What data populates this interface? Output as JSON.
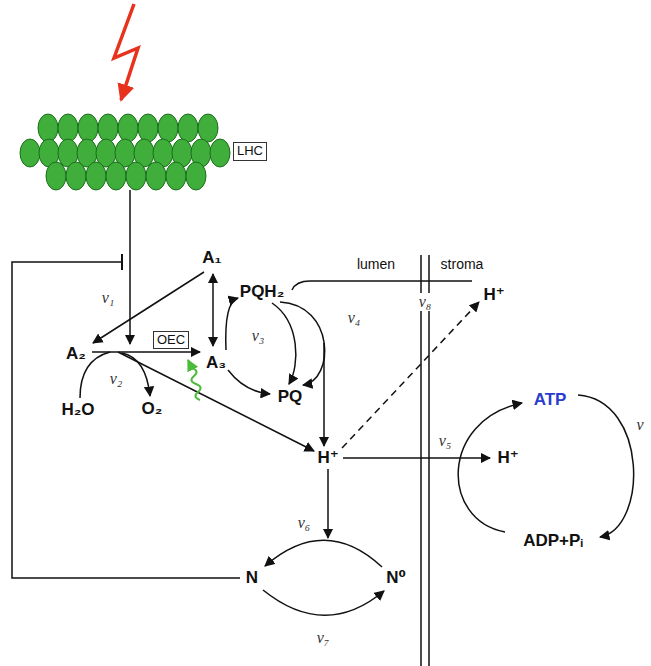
{
  "diagram": {
    "nodes": [
      {
        "text": [
          "LHC"
        ]
      },
      {
        "text": [
          "OEC"
        ]
      }
    ],
    "labels": [
      "lumen",
      "stroma",
      "A₁",
      "PQH₂",
      "v₁",
      "v₃",
      "v₄",
      "v₈",
      "H⁺",
      "A₂",
      "v₂",
      "A₃",
      "PQ",
      "ATP",
      "H₂O",
      "O₂",
      "H⁺",
      "v₅",
      "H⁺",
      "v",
      "ADP+Pᵢ",
      "v₆",
      "N",
      "N⁰",
      "v₇"
    ]
  }
}
